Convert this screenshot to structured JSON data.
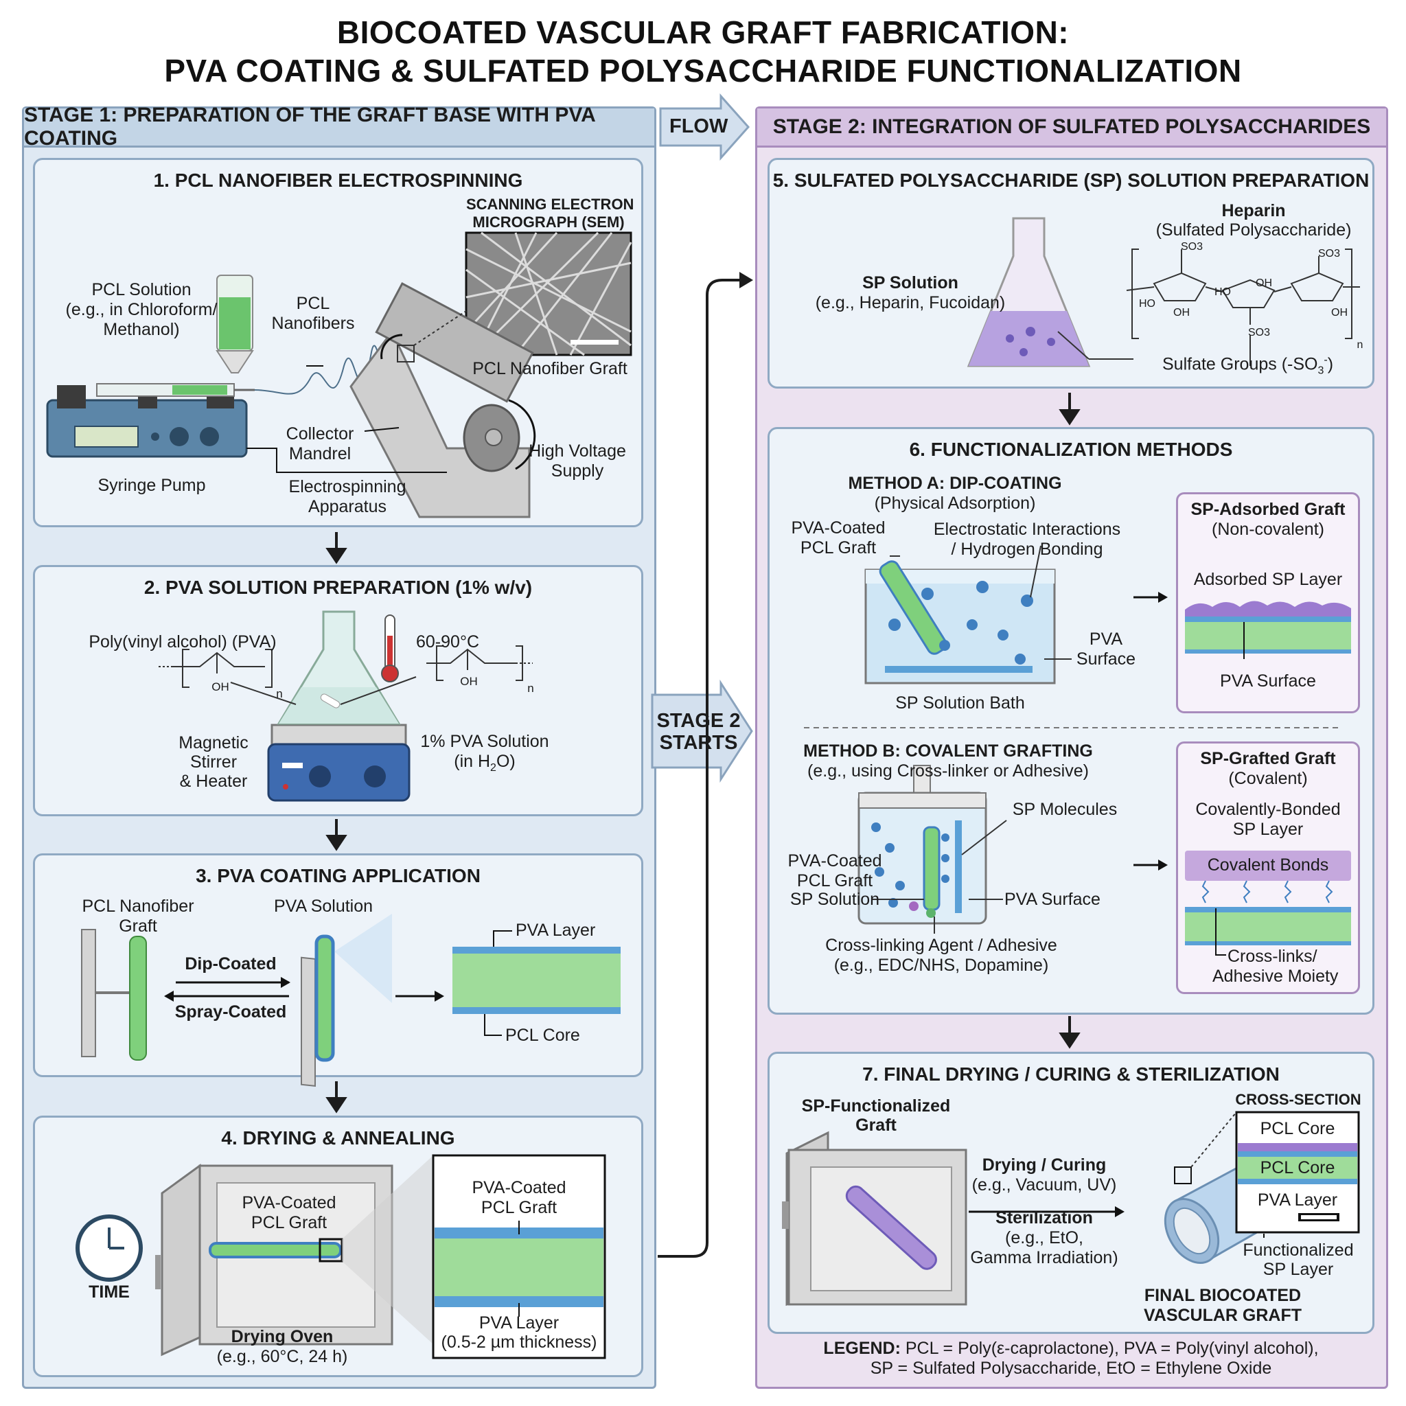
{
  "title": {
    "line1": "BIOCOATED VASCULAR GRAFT FABRICATION:",
    "line2": "PVA COATING & SULFATED POLYSACCHARIDE FUNCTIONALIZATION"
  },
  "flow": {
    "label": "FLOW",
    "stage2_start_1": "STAGE 2",
    "stage2_start_2": "STARTS"
  },
  "stage1": {
    "header": "STAGE 1: PREPARATION OF THE GRAFT BASE WITH PVA COATING",
    "step1": {
      "title": "1. PCL NANOFIBER ELECTROSPINNING",
      "sem_1": "SCANNING ELECTRON",
      "sem_2": "MICROGRAPH (SEM)",
      "pcl_solution_1": "PCL Solution",
      "pcl_solution_2": "(e.g., in Chloroform/",
      "pcl_solution_3": "Methanol)",
      "nanofibers_1": "PCL",
      "nanofibers_2": "Nanofibers",
      "graft_label": "PCL Nanofiber Graft",
      "collector_1": "Collector",
      "collector_2": "Mandrel",
      "hv_1": "High Voltage",
      "hv_2": "Supply",
      "pump": "Syringe Pump",
      "apparatus_1": "Electrospinning",
      "apparatus_2": "Apparatus"
    },
    "step2": {
      "title": "2. PVA SOLUTION PREPARATION (1% w/v)",
      "pva": "Poly(vinyl alcohol) (PVA)",
      "temp": "60-90°C",
      "oh": "OH",
      "n": "n",
      "stirrer_1": "Magnetic",
      "stirrer_2": "Stirrer",
      "stirrer_3": "& Heater",
      "solution_1": "1% PVA Solution",
      "solution_2": "(in H",
      "solution_sub": "2",
      "solution_3": "O)"
    },
    "step3": {
      "title": "3. PVA COATING APPLICATION",
      "graft_1": "PCL Nanofiber",
      "graft_2": "Graft",
      "pva_solution": "PVA Solution",
      "dip": "Dip-Coated",
      "spray": "Spray-Coated",
      "pva_layer": "PVA Layer",
      "pcl_core": "PCL Core"
    },
    "step4": {
      "title": "4. DRYING & ANNEALING",
      "time": "TIME",
      "coated_1": "PVA-Coated",
      "coated_2": "PCL Graft",
      "oven_1": "Drying Oven",
      "oven_2": "(e.g., 60°C, 24 h)",
      "zoom_1": "PVA-Coated",
      "zoom_2": "PCL Graft",
      "layer_1": "PVA Layer",
      "layer_2": "(0.5-2 µm thickness)"
    }
  },
  "stage2": {
    "header": "STAGE 2: INTEGRATION OF SULFATED POLYSACCHARIDES",
    "step5": {
      "title": "5. SULFATED POLYSACCHARIDE (SP) SOLUTION PREPARATION",
      "sp_solution_1": "SP Solution",
      "sp_solution_2": "(e.g., Heparin, Fucoidan)",
      "heparin_1": "Heparin",
      "heparin_2": "(Sulfated Polysaccharide)",
      "sulfate": "Sulfate Groups (-SO",
      "sulfate_sub": "3",
      "sulfate_sup": "-",
      "sulfate_end": ")",
      "so3": "SO3",
      "oh": "OH",
      "ho": "HO",
      "o": "O",
      "n": "n"
    },
    "step6": {
      "title": "6. FUNCTIONALIZATION METHODS",
      "a_title": "METHOD A: DIP-COATING",
      "a_sub": "(Physical Adsorption)",
      "a_graft_1": "PVA-Coated",
      "a_graft_2": "PCL Graft",
      "a_interact_1": "Electrostatic Interactions",
      "a_interact_2": "/ Hydrogen Bonding",
      "a_pva_1": "PVA",
      "a_pva_2": "Surface",
      "a_bath": "SP Solution Bath",
      "a_result_1": "SP-Adsorbed Graft",
      "a_result_2": "(Non-covalent)",
      "a_layer": "Adsorbed SP Layer",
      "a_surface": "PVA Surface",
      "b_title": "METHOD B: COVALENT GRAFTING",
      "b_sub": "(e.g., using Cross-linker or Adhesive)",
      "b_graft_1": "PVA-Coated",
      "b_graft_2": "PCL Graft",
      "b_molecules": "SP Molecules",
      "b_solution": "SP Solution",
      "b_surface": "PVA Surface",
      "b_agent_1": "Cross-linking Agent / Adhesive",
      "b_agent_2": "(e.g., EDC/NHS, Dopamine)",
      "b_result_1": "SP-Grafted Graft",
      "b_result_2": "(Covalent)",
      "b_layer_1": "Covalently-Bonded",
      "b_layer_2": "SP Layer",
      "b_bonds": "Covalent Bonds",
      "b_links_1": "Cross-links/",
      "b_links_2": "Adhesive Moiety"
    },
    "step7": {
      "title": "7. FINAL DRYING / CURING & STERILIZATION",
      "graft_1": "SP-Functionalized",
      "graft_2": "Graft",
      "drying_1": "Drying / Curing",
      "drying_2": "(e.g., Vacuum, UV)",
      "steril_1": "Sterilization",
      "steril_2": "(e.g., EtO,",
      "steril_3": "Gamma Irradiation)",
      "cross_section": "CROSS-SECTION",
      "layer_top": "PCL Core",
      "layer_mid": "PCL Core",
      "layer_bottom": "PVA Layer",
      "func_1": "Functionalized",
      "func_2": "SP Layer",
      "final_1": "FINAL BIOCOATED",
      "final_2": "VASCULAR GRAFT"
    },
    "legend_label": "LEGEND:",
    "legend_1": " PCL = Poly(ε-caprolactone), PVA = Poly(vinyl alcohol),",
    "legend_2": "SP = Sulfated Polysaccharide, EtO = Ethylene Oxide"
  }
}
